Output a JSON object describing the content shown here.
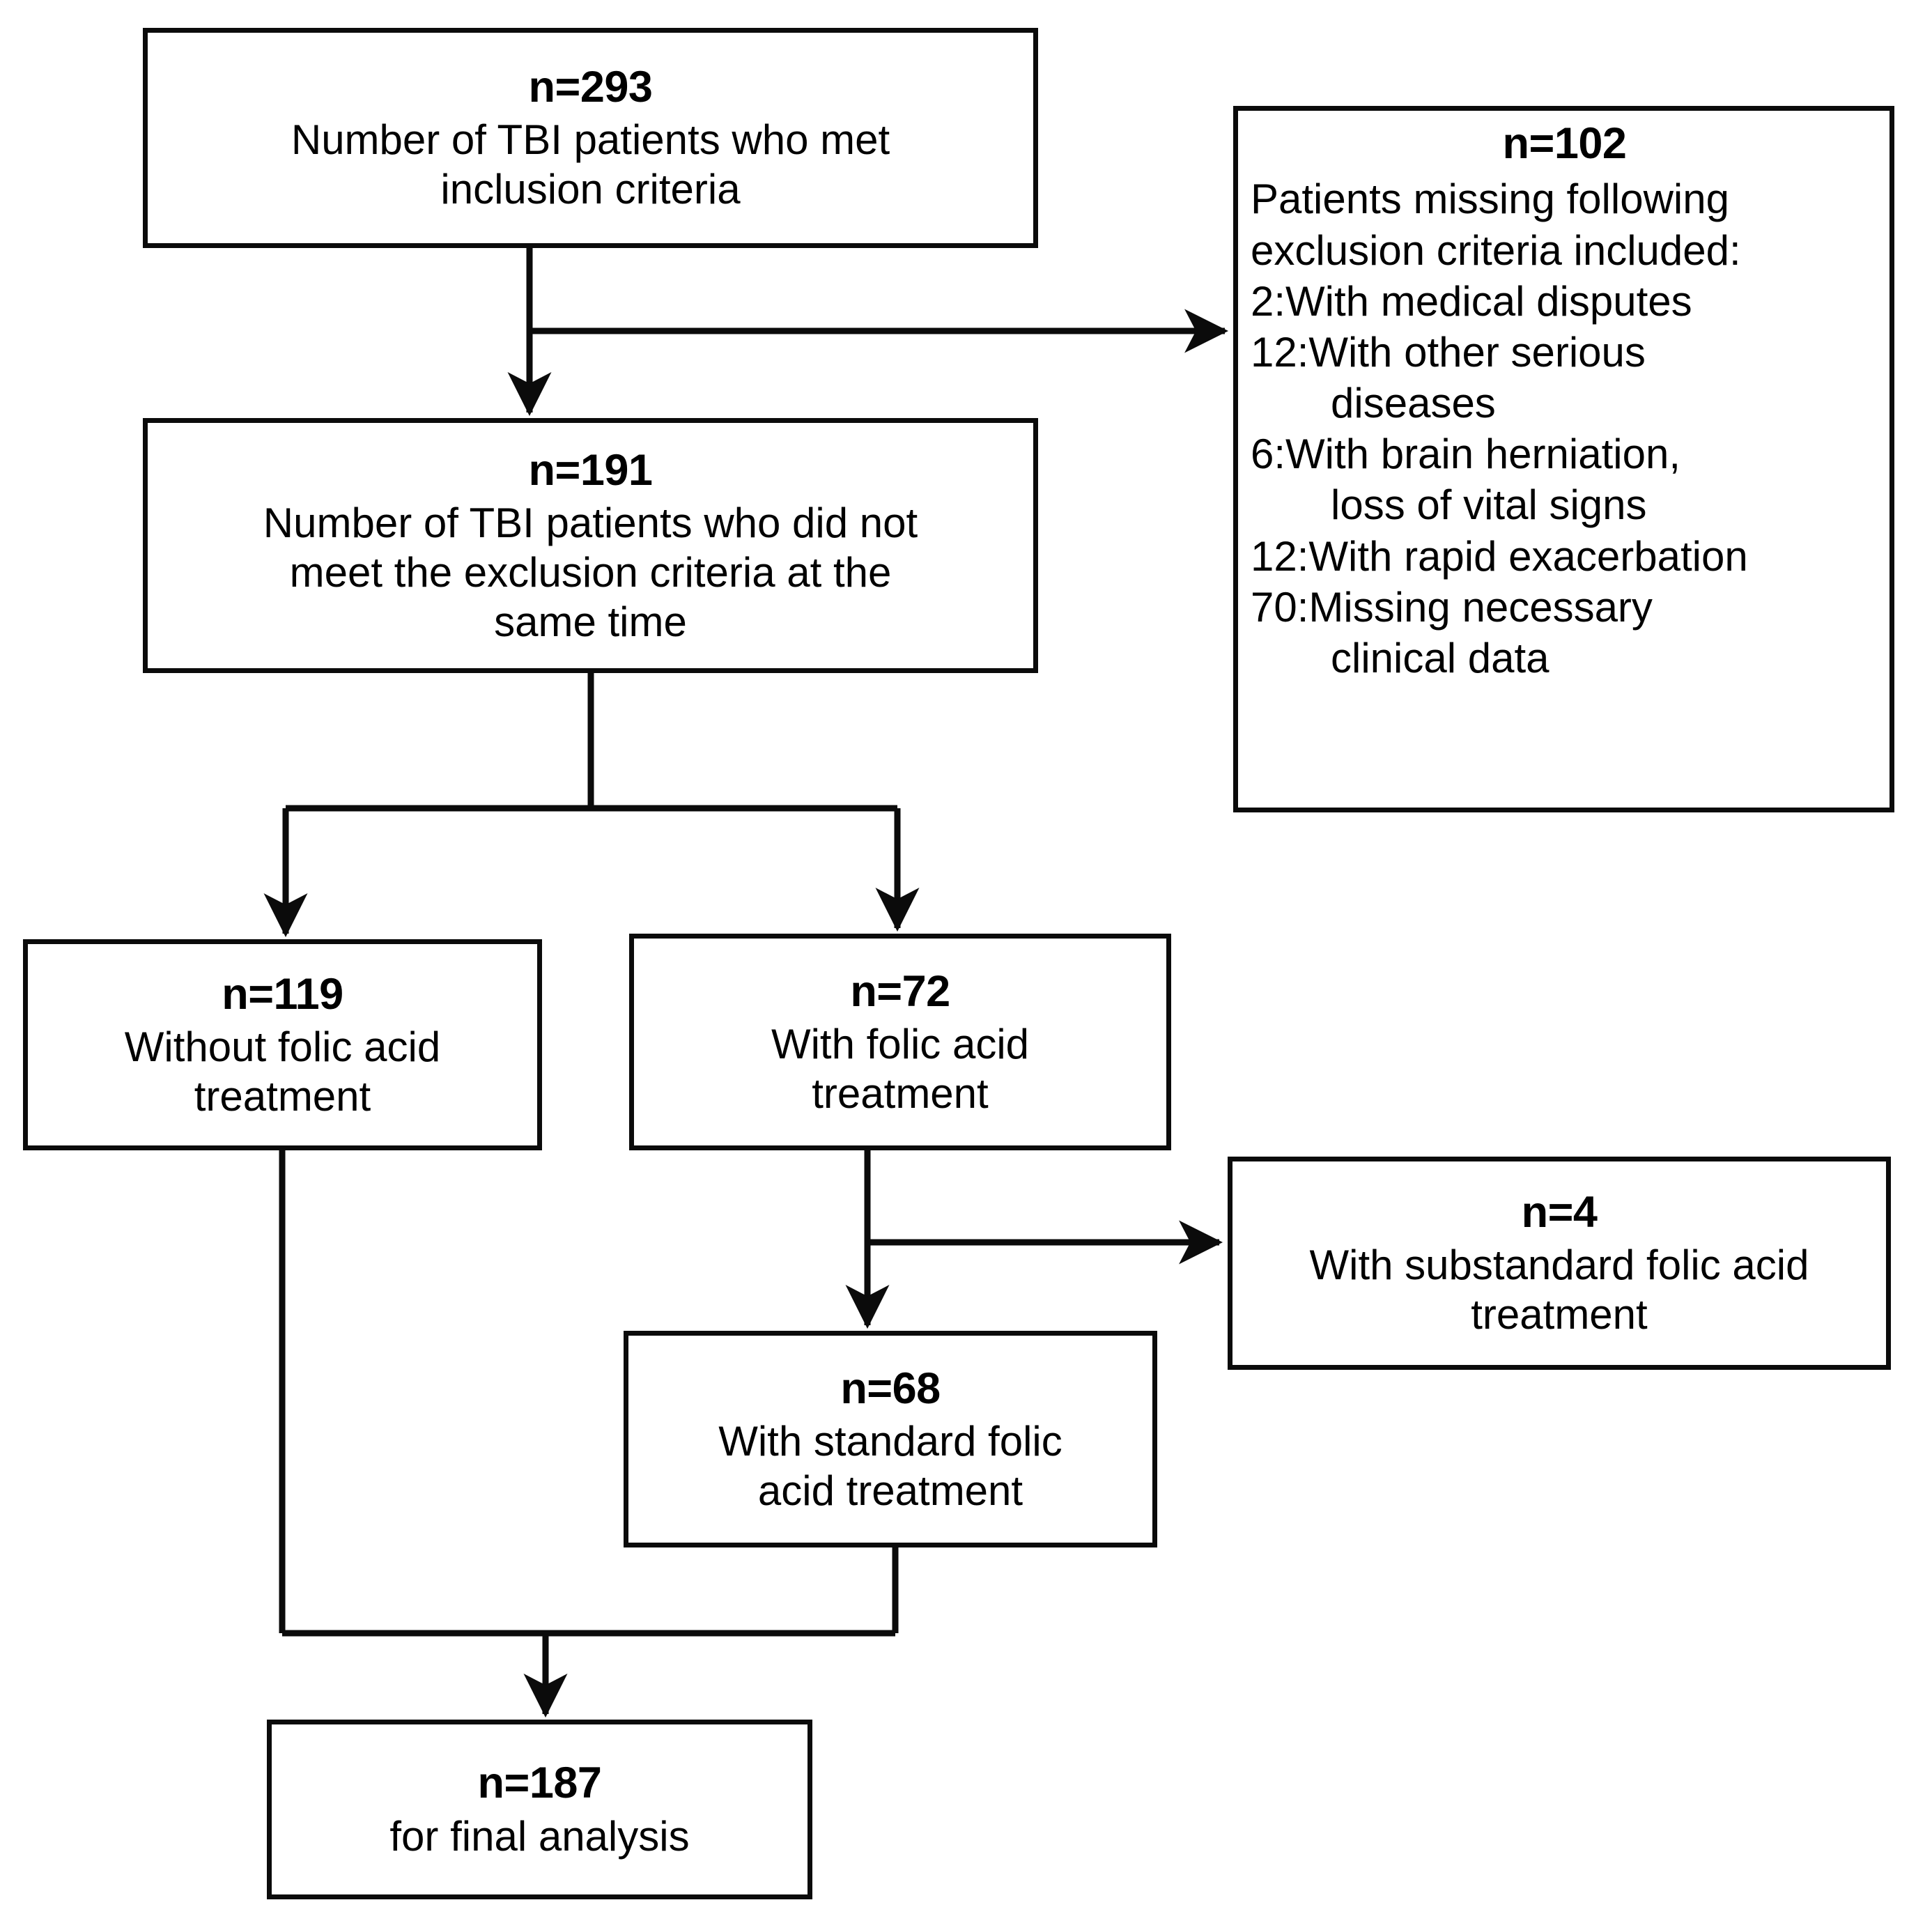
{
  "diagram": {
    "title": "TBI folic acid study patient flow diagram",
    "line_color": "#0b0b0b",
    "background_color": "#ffffff"
  },
  "nodes": {
    "screened": {
      "count": "n=293",
      "text": "Number of TBI patients who met\ninclusion criteria"
    },
    "excluded": {
      "count": "n=102",
      "lead": "Patients missing following\nexclusion criteria included:",
      "criteria": [
        "2:With medical disputes",
        "12:With other serious\ndiseases",
        "6:With brain herniation,\nloss of vital signs",
        "12:With rapid exacerbation",
        "70:Missing necessary\nclinical data"
      ]
    },
    "eligible": {
      "count": "n=191",
      "text": "Number of TBI patients who did not\nmeet the exclusion criteria at the\nsame time"
    },
    "no_folic": {
      "count": "n=119",
      "text": "Without folic acid\ntreatment"
    },
    "folic": {
      "count": "n=72",
      "text": "With folic acid\ntreatment"
    },
    "substandard": {
      "count": "n=4",
      "text": "With substandard folic acid\ntreatment"
    },
    "standard": {
      "count": "n=68",
      "text": "With standard folic\nacid treatment"
    },
    "final": {
      "count": "n=187",
      "text": "for final analysis"
    }
  },
  "chart_data": {
    "type": "diagram",
    "title": "Patient flow (CONSORT-style) diagram",
    "stages": [
      {
        "id": "screened",
        "label": "Number of TBI patients who met inclusion criteria",
        "n": 293
      },
      {
        "id": "excluded",
        "label": "Patients missing following exclusion criteria included",
        "n": 102,
        "breakdown": [
          {
            "reason": "With medical disputes",
            "n": 2
          },
          {
            "reason": "With other serious diseases",
            "n": 12
          },
          {
            "reason": "With brain herniation, loss of vital signs",
            "n": 6
          },
          {
            "reason": "With rapid exacerbation",
            "n": 12
          },
          {
            "reason": "Missing necessary clinical data",
            "n": 70
          }
        ]
      },
      {
        "id": "eligible",
        "label": "Number of TBI patients who did not meet the exclusion criteria at the same time",
        "n": 191
      },
      {
        "id": "no_folic",
        "label": "Without folic acid treatment",
        "n": 119
      },
      {
        "id": "folic",
        "label": "With folic acid treatment",
        "n": 72
      },
      {
        "id": "substandard",
        "label": "With substandard folic acid treatment",
        "n": 4
      },
      {
        "id": "standard",
        "label": "With standard folic acid treatment",
        "n": 68
      },
      {
        "id": "final",
        "label": "for final analysis",
        "n": 187
      }
    ],
    "edges": [
      {
        "from": "screened",
        "to": "excluded",
        "kind": "exclusion"
      },
      {
        "from": "screened",
        "to": "eligible",
        "kind": "flow"
      },
      {
        "from": "eligible",
        "to": "no_folic",
        "kind": "split"
      },
      {
        "from": "eligible",
        "to": "folic",
        "kind": "split"
      },
      {
        "from": "folic",
        "to": "substandard",
        "kind": "exclusion"
      },
      {
        "from": "folic",
        "to": "standard",
        "kind": "flow"
      },
      {
        "from": "no_folic",
        "to": "final",
        "kind": "merge"
      },
      {
        "from": "standard",
        "to": "final",
        "kind": "merge"
      }
    ]
  }
}
